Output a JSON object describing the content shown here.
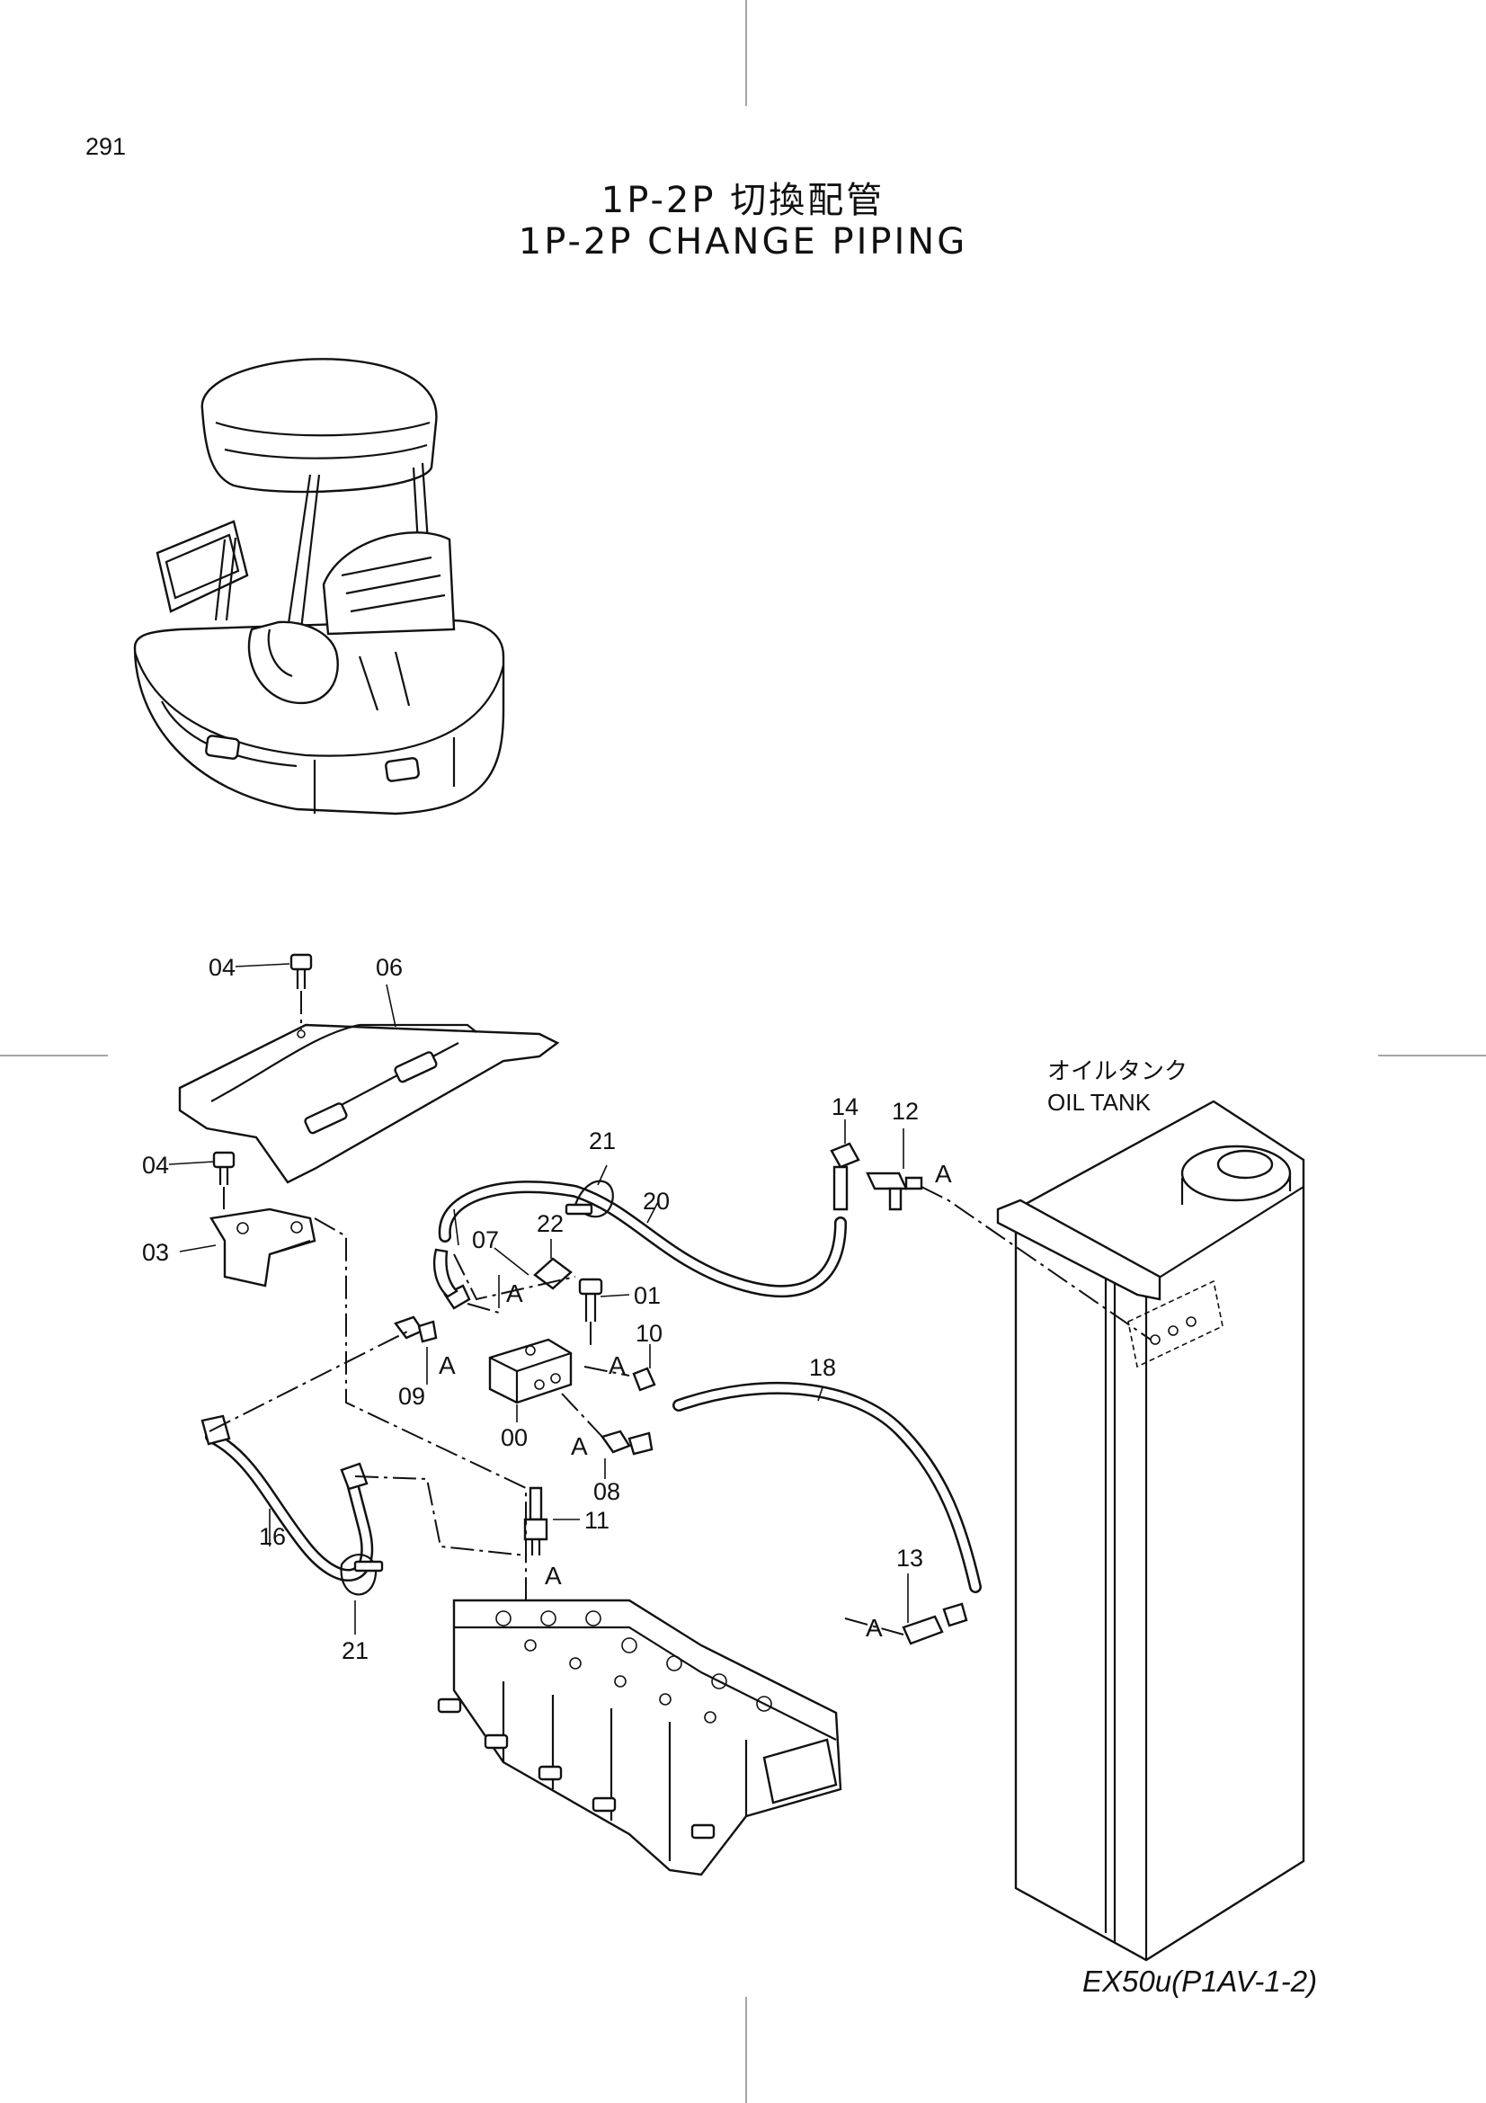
{
  "page_number": "291",
  "title_jp": "1P-2P 切換配管",
  "title_en": "1P-2P CHANGE PIPING",
  "model_code": "EX50u(P1AV-1-2)",
  "oil_tank": {
    "label_jp": "オイルタンク",
    "label_en": "OIL TANK"
  },
  "section_mark": "A",
  "callouts": {
    "p00": "00",
    "p01": "01",
    "p03": "03",
    "p04a": "04",
    "p04b": "04",
    "p06": "06",
    "p07": "07",
    "p08": "08",
    "p09": "09",
    "p10": "10",
    "p11": "11",
    "p12": "12",
    "p13": "13",
    "p14": "14",
    "p16": "16",
    "p18": "18",
    "p20": "20",
    "p21a": "21",
    "p21b": "21",
    "p22": "22"
  }
}
